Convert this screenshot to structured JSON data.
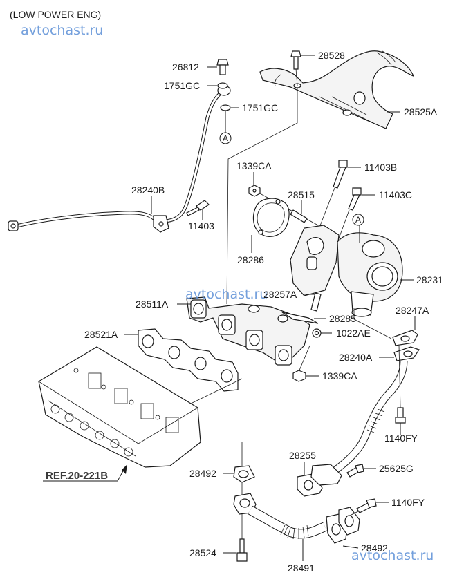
{
  "header": {
    "variant": "(LOW POWER ENG)",
    "watermark": "avtochast.ru"
  },
  "reference": {
    "label": "REF.20-221B"
  },
  "markers": {
    "a_top": "A",
    "a_turbo": "A"
  },
  "parts": {
    "p26812": "26812",
    "p1751gc_upper": "1751GC",
    "p1751gc_lower": "1751GC",
    "p28528": "28528",
    "p28525a": "28525A",
    "p28240b": "28240B",
    "p11403": "11403",
    "p1339ca_top": "1339CA",
    "p28515": "28515",
    "p28286": "28286",
    "p11403b": "11403B",
    "p11403c": "11403C",
    "p28231": "28231",
    "p28511a": "28511A",
    "p28257a": "28257A",
    "p28285": "28285",
    "p1022ae": "1022AE",
    "p28521a": "28521A",
    "p1339ca_bottom": "1339CA",
    "p28247a": "28247A",
    "p28240a": "28240A",
    "p1140fy_upper": "1140FY",
    "p28255": "28255",
    "p25625g": "25625G",
    "p28492_left": "28492",
    "p1140fy_lower": "1140FY",
    "p28492_right": "28492",
    "p28524": "28524",
    "p28491": "28491"
  },
  "watermarks": {
    "top": "avtochast.ru",
    "middle": "avtochast.ru",
    "bottom": "avtochast.ru"
  }
}
